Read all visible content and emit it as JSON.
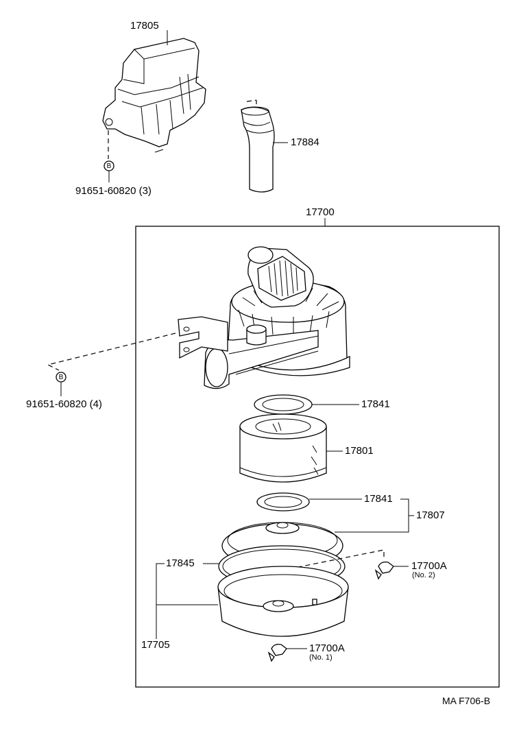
{
  "diagram": {
    "labels": {
      "l17805": "17805",
      "l17884": "17884",
      "bolt_top": "91651-60820 (3)",
      "l17700": "17700",
      "bolt_mid": "91651-60820 (4)",
      "l17841_top": "17841",
      "l17801": "17801",
      "l17841_bot": "17841",
      "l17807": "17807",
      "l17845": "17845",
      "l17700A_no2": "17700A",
      "l17700A_no2_sub": "(No. 2)",
      "l17705": "17705",
      "l17700A_no1": "17700A",
      "l17700A_no1_sub": "(No. 1)",
      "footer": "MA  F706-B"
    },
    "bolt_symbol": "B"
  }
}
